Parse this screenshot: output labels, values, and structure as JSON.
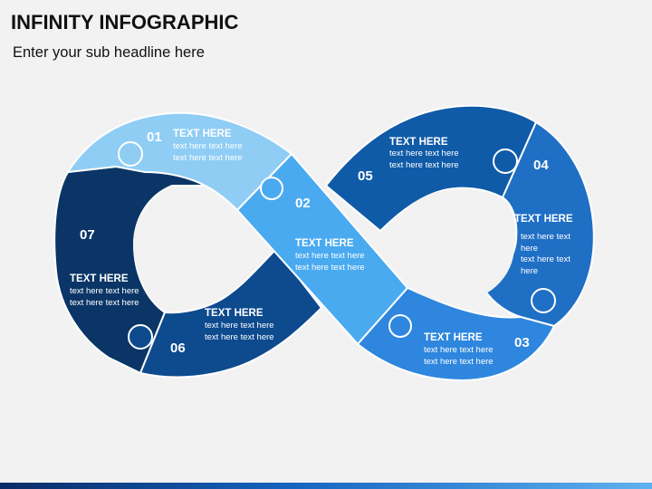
{
  "header": {
    "title": "INFINITY INFOGRAPHIC",
    "subtitle": "Enter your sub headline here"
  },
  "colors": {
    "s01": "#8fcdf5",
    "s02": "#4aaaf0",
    "s03": "#2e86de",
    "s04": "#1f6fc5",
    "s05": "#0f5ba8",
    "s06": "#0d4a8e",
    "s07": "#0a3566",
    "background": "#f2f2f2"
  },
  "segments": [
    {
      "number": "01",
      "heading": "TEXT HERE",
      "lines": [
        "text  here text  here",
        "text  here text  here"
      ]
    },
    {
      "number": "02",
      "heading": "TEXT HERE",
      "lines": [
        "text  here text  here",
        "text  here text  here"
      ]
    },
    {
      "number": "03",
      "heading": "TEXT HERE",
      "lines": [
        "text  here text  here",
        "text  here text  here"
      ]
    },
    {
      "number": "04",
      "heading": "TEXT HERE",
      "lines": [
        "text  here text",
        "here",
        "text  here text",
        "here"
      ]
    },
    {
      "number": "05",
      "heading": "TEXT HERE",
      "lines": [
        "text  here text  here",
        "text  here text  here"
      ]
    },
    {
      "number": "06",
      "heading": "TEXT HERE",
      "lines": [
        "text  here text  here",
        "text  here text  here"
      ]
    },
    {
      "number": "07",
      "heading": "TEXT HERE",
      "lines": [
        "text  here text  here",
        "text  here text  here"
      ]
    }
  ]
}
